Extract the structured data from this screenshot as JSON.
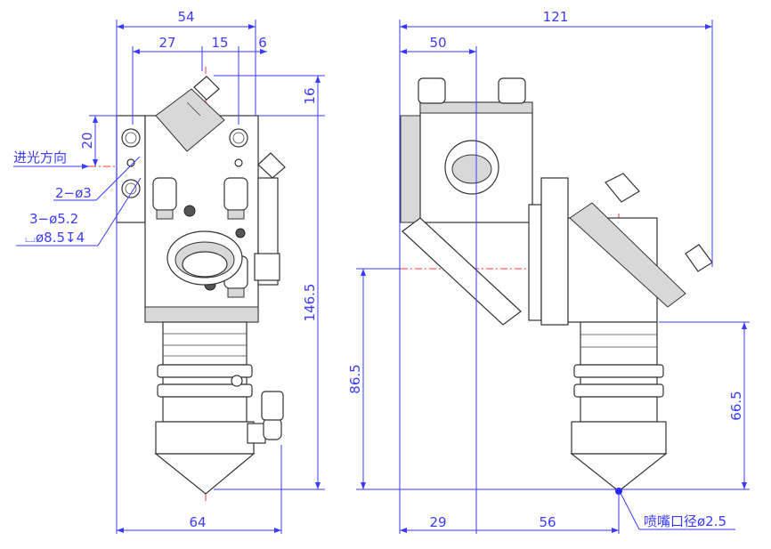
{
  "left_view": {
    "dims": {
      "width_54": "54",
      "d27": "27",
      "d15": "15",
      "d6": "6",
      "h16": "16",
      "h20": "20",
      "h146_5": "146.5",
      "width_64": "64"
    },
    "notes": {
      "light_direction": "进光方向",
      "holes_small": "2−ø3",
      "holes_large": "3−ø5.2",
      "counterbore": "⌴ø8.5↧4"
    }
  },
  "right_view": {
    "dims": {
      "width_121": "121",
      "d50": "50",
      "h86_5": "86.5",
      "h66_5": "66.5",
      "d29": "29",
      "d56": "56"
    },
    "notes": {
      "nozzle": "喷嘴口径ø2.5"
    }
  },
  "colors": {
    "dimension": "#3b3bff",
    "centerline": "#ff3030",
    "outline": "#333333"
  }
}
